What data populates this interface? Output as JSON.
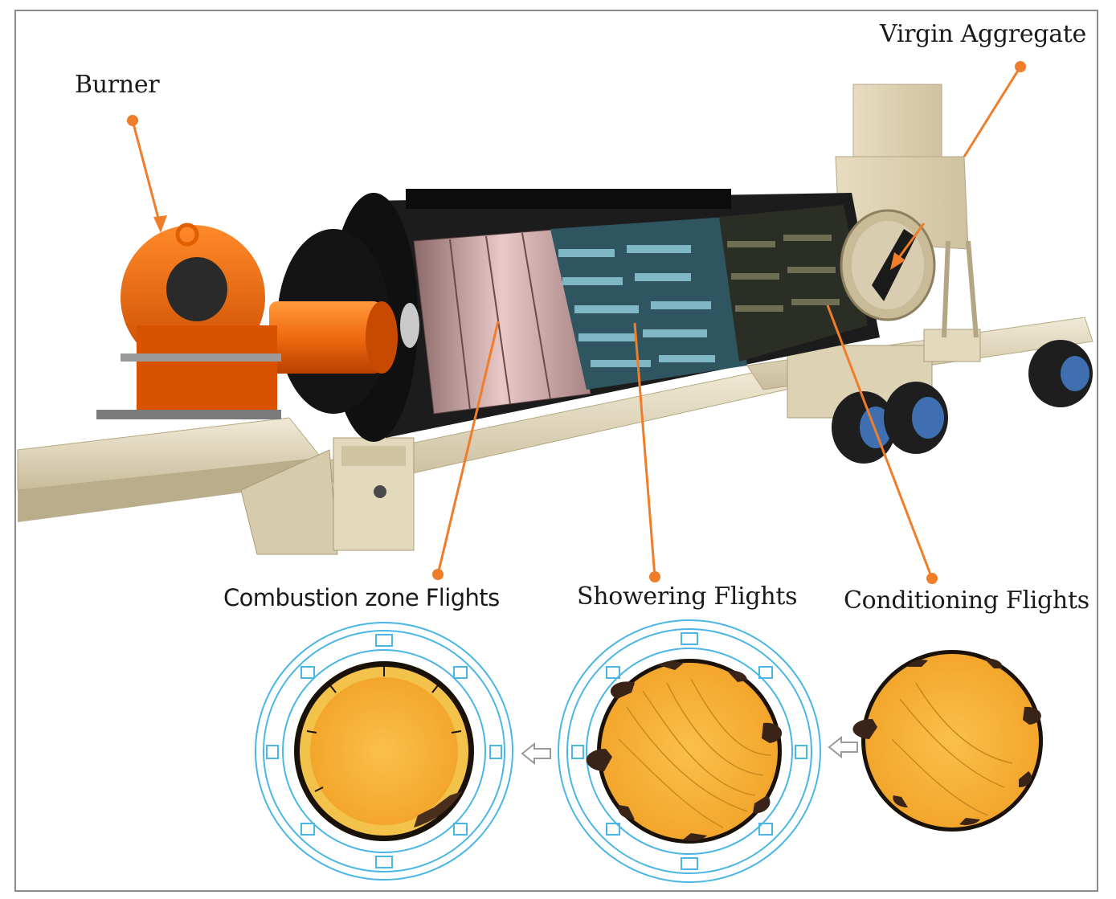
{
  "labels": {
    "burner": "Burner",
    "virgin_aggregate": "Virgin Aggregate",
    "combustion_flights": "Combustion  zone Flights",
    "showering_flights": "Showering Flights",
    "conditioning_flights": "Conditioning Flights"
  },
  "colors": {
    "callout": "#ef7d2a",
    "burner": "#f06a10",
    "drum": "#1c1c1c",
    "frame": "#d9cfb3",
    "ring": "#4bb6e6",
    "material": "#f7b23a",
    "flight": "#3a2418",
    "border": "#8a8a8a"
  }
}
